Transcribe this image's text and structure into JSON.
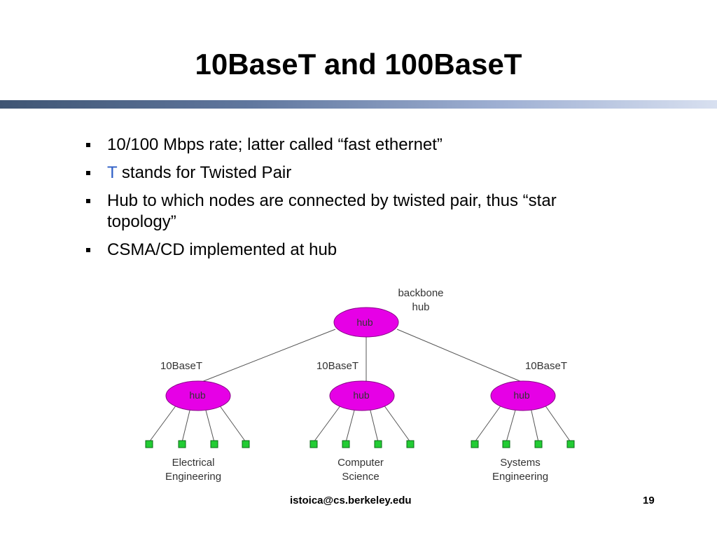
{
  "slide": {
    "title": "10BaseT and 100BaseT",
    "bullets": [
      {
        "text": "10/100 Mbps rate; latter called “fast ethernet”"
      },
      {
        "accent_text": "T",
        "text": " stands for Twisted Pair"
      },
      {
        "text": "Hub to which nodes are connected by twisted pair, thus “star topology”"
      },
      {
        "text": "CSMA/CD implemented at hub"
      }
    ],
    "colors": {
      "hub_fill": "#e600e6",
      "node_fill": "#22cc33",
      "accent": "#2e5ec6"
    }
  },
  "diagram": {
    "backbone": {
      "label": "hub",
      "caption_line1": "backbone",
      "caption_line2": "hub"
    },
    "groups": [
      {
        "hub_label": "hub",
        "link_label": "10BaseT",
        "name_line1": "Electrical",
        "name_line2": "Engineering"
      },
      {
        "hub_label": "hub",
        "link_label": "10BaseT",
        "name_line1": "Computer",
        "name_line2": "Science"
      },
      {
        "hub_label": "hub",
        "link_label": "10BaseT",
        "name_line1": "Systems",
        "name_line2": "Engineering"
      }
    ]
  },
  "footer": {
    "email": "istoica@cs.berkeley.edu",
    "page": "19"
  }
}
